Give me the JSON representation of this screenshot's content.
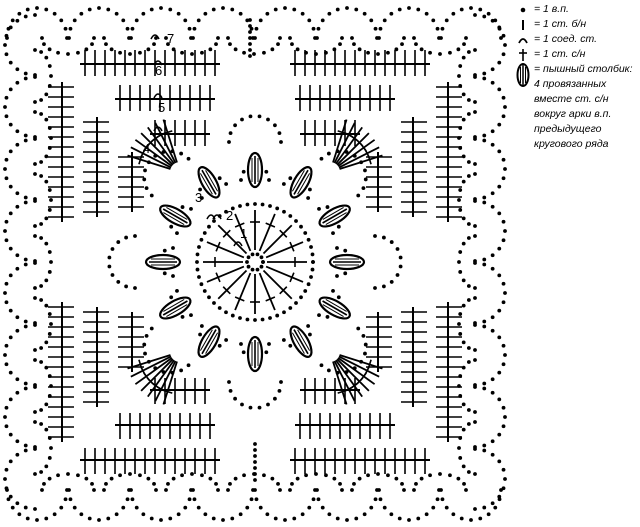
{
  "legend": {
    "items": [
      {
        "icon": "dot-chain-stitch-icon",
        "text": "= 1 в.п."
      },
      {
        "icon": "short-bar-single-crochet-icon",
        "text": "= 1 ст. б/н"
      },
      {
        "icon": "arc-slip-stitch-icon",
        "text": "= 1 соед. ст."
      },
      {
        "icon": "cross-double-crochet-icon",
        "text": "= 1 ст. с/н"
      },
      {
        "icon": "puff-stitch-icon",
        "text": "= пышный столбик: 4 провязанных вместе ст. с/н вокруг арки в.п. предыдущего кругового ряда"
      }
    ]
  },
  "diagram": {
    "round_labels": [
      "1",
      "2",
      "3",
      "4",
      "5",
      "6",
      "7"
    ],
    "colors": {
      "ink": "#000000",
      "background": "#ffffff"
    }
  }
}
